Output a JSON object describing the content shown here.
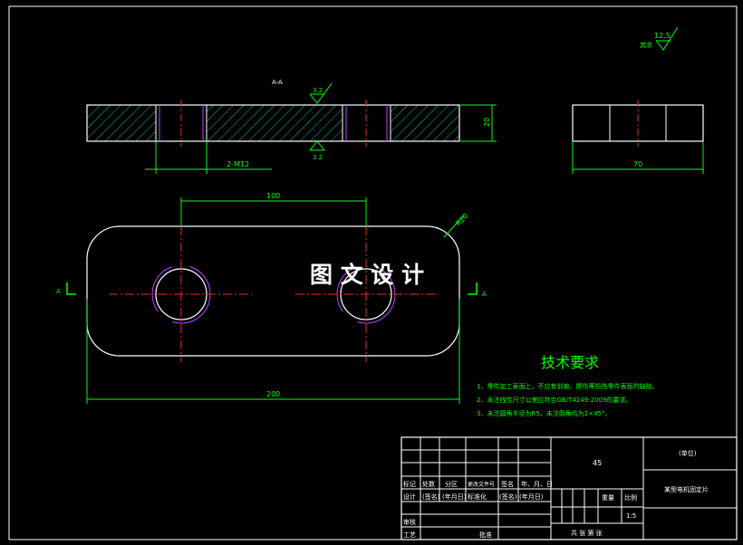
{
  "section_label": "A-A",
  "roughness": {
    "general": "12.5",
    "general_note": "其余",
    "top": "3.2",
    "bottom": "3.2"
  },
  "dims": {
    "thickness": "20",
    "thread": "2-M12",
    "side_width": "70",
    "hole_spacing": "100",
    "corner_radius": "R20",
    "overall_length": "200"
  },
  "section_marks": {
    "left": "A",
    "right": "A"
  },
  "watermark": "图 文 设 计",
  "tech": {
    "title": "技术要求",
    "items": [
      "1、零件加工表面上，不应有划痕、擦伤等损伤零件表面的缺陷。",
      "2、未注线性尺寸公差应符合GB/T4249-2009的要求。",
      "3、未注圆角半径为R5，未注倒角均为2×45°。"
    ]
  },
  "title_block": {
    "material": "45",
    "school": "(单位)",
    "part_name": "某型电机固定片",
    "header_row": [
      "标记",
      "处数",
      "分区",
      "更改文件号",
      "签名",
      "年、月、日"
    ],
    "sign_row": [
      "设计",
      "(签名)",
      "(年月日)",
      "标准化",
      "(签名)",
      "(年月日)"
    ],
    "review": "审核",
    "process": "工艺",
    "approve": "批准",
    "weight": "重量",
    "scale_label": "比例",
    "scale": "1:5",
    "sheets": "共  张  第  张"
  },
  "colors": {
    "line": "#ffffff",
    "hatch": "#00c0a0",
    "center": "#ff2020",
    "dim": "#00ff00",
    "thread": "#c040ff",
    "tech_text": "#00ff00",
    "title_text": "#ffff00"
  }
}
